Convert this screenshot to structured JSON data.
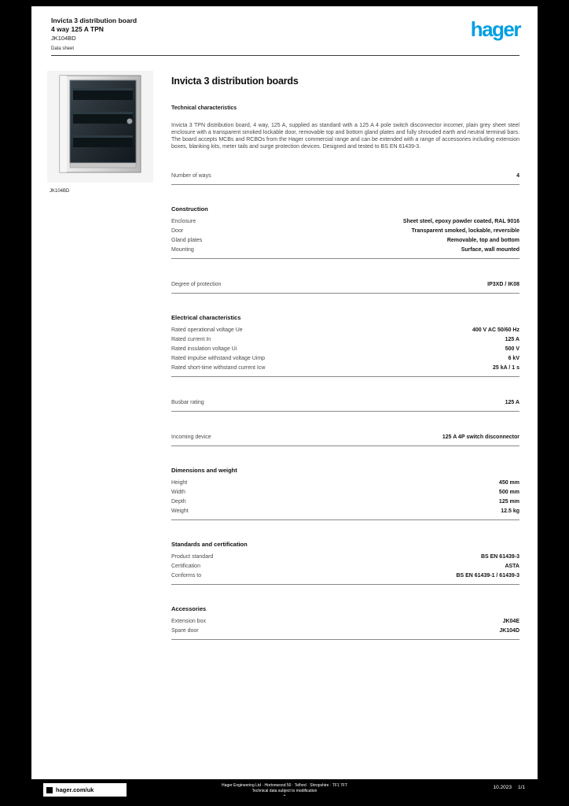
{
  "header": {
    "title_line1": "Invicta 3 distribution board",
    "title_line2": "4 way 125 A TPN",
    "reference": "JK104BD",
    "doc_type": "Data sheet",
    "logo": "hager",
    "brand_color": "#009fe3"
  },
  "product": {
    "image_caption": "JK104BD",
    "title": "Invicta 3 distribution boards",
    "subtitle": "Technical characteristics",
    "description": "Invicta 3 TPN distribution board, 4 way, 125 A, supplied as standard with a 125 A 4 pole switch disconnector incomer, plain grey sheet steel enclosure with a transparent smoked lockable door, removable top and bottom gland plates and fully shrouded earth and neutral terminal bars. The board accepts MCBs and RCBOs from the Hager commercial range and can be extended with a range of accessories including extension boxes, blanking kits, meter tails and surge protection devices. Designed and tested to BS EN 61439-3."
  },
  "sections": [
    {
      "rows": [
        {
          "label": "Number of ways",
          "value": "4"
        }
      ]
    },
    {
      "header": "Construction",
      "rows": [
        {
          "label": "Enclosure",
          "value": "Sheet steel, epoxy powder coated, RAL 9016"
        },
        {
          "label": "Door",
          "value": "Transparent smoked, lockable, reversible"
        },
        {
          "label": "Gland plates",
          "value": "Removable, top and bottom"
        },
        {
          "label": "Mounting",
          "value": "Surface, wall mounted"
        }
      ]
    },
    {
      "rows": [
        {
          "label": "Degree of protection",
          "value": "IP3XD / IK08"
        }
      ]
    },
    {
      "header": "Electrical characteristics",
      "rows": [
        {
          "label": "Rated operational voltage Ue",
          "value": "400 V AC 50/60 Hz"
        },
        {
          "label": "Rated current In",
          "value": "125 A"
        },
        {
          "label": "Rated insulation voltage Ui",
          "value": "500 V"
        },
        {
          "label": "Rated impulse withstand voltage Uimp",
          "value": "6 kV"
        },
        {
          "label": "Rated short-time withstand current Icw",
          "value": "25 kA / 1 s"
        }
      ]
    },
    {
      "rows": [
        {
          "label": "Busbar rating",
          "value": "125 A"
        }
      ]
    },
    {
      "rows": [
        {
          "label": "Incoming device",
          "value": "125 A 4P switch disconnector"
        }
      ]
    },
    {
      "header": "Dimensions and weight",
      "rows": [
        {
          "label": "Height",
          "value": "450 mm"
        },
        {
          "label": "Width",
          "value": "500 mm"
        },
        {
          "label": "Depth",
          "value": "125 mm"
        },
        {
          "label": "Weight",
          "value": "12.5 kg"
        }
      ]
    },
    {
      "header": "Standards and certification",
      "rows": [
        {
          "label": "Product standard",
          "value": "BS EN 61439-3"
        },
        {
          "label": "Certification",
          "value": "ASTA"
        },
        {
          "label": "Conforms to",
          "value": "BS EN 61439-1 / 61439-3"
        }
      ]
    },
    {
      "header": "Accessories",
      "rows": [
        {
          "label": "Extension box",
          "value": "JK04E"
        },
        {
          "label": "Spare door",
          "value": "JK104D"
        }
      ]
    }
  ],
  "footer": {
    "site": "hager.com/uk",
    "center_line1": "Hager Engineering Ltd · Hortonwood 50 · Telford · Shropshire · TF1 7FT",
    "center_line2": "Technical data subject to modification",
    "date": "10.2023",
    "page": "1/1"
  }
}
